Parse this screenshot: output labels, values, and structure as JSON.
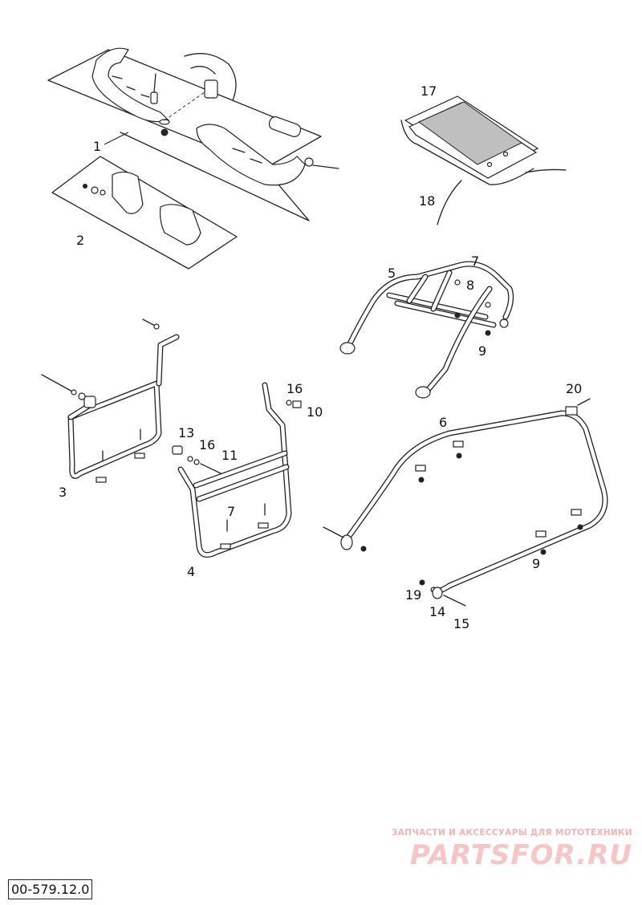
{
  "callouts": {
    "c1": "1",
    "c2": "2",
    "c3": "3",
    "c4": "4",
    "c5": "5",
    "c6": "6",
    "c7a": "7",
    "c7b": "7",
    "c8": "8",
    "c9a": "9",
    "c9b": "9",
    "c10": "10",
    "c11": "11",
    "c13": "13",
    "c14": "14",
    "c15": "15",
    "c16a": "16",
    "c16b": "16",
    "c17": "17",
    "c18": "18",
    "c19": "19",
    "c20": "20"
  },
  "reference_code": "00-579.12.0",
  "watermark": {
    "subtitle": "ЗАПЧАСТИ И АКСЕССУАРЫ ДЛЯ МОТОТЕХНИКИ",
    "brand": "PARTSFOR.RU",
    "color": "#f6c5c5"
  }
}
